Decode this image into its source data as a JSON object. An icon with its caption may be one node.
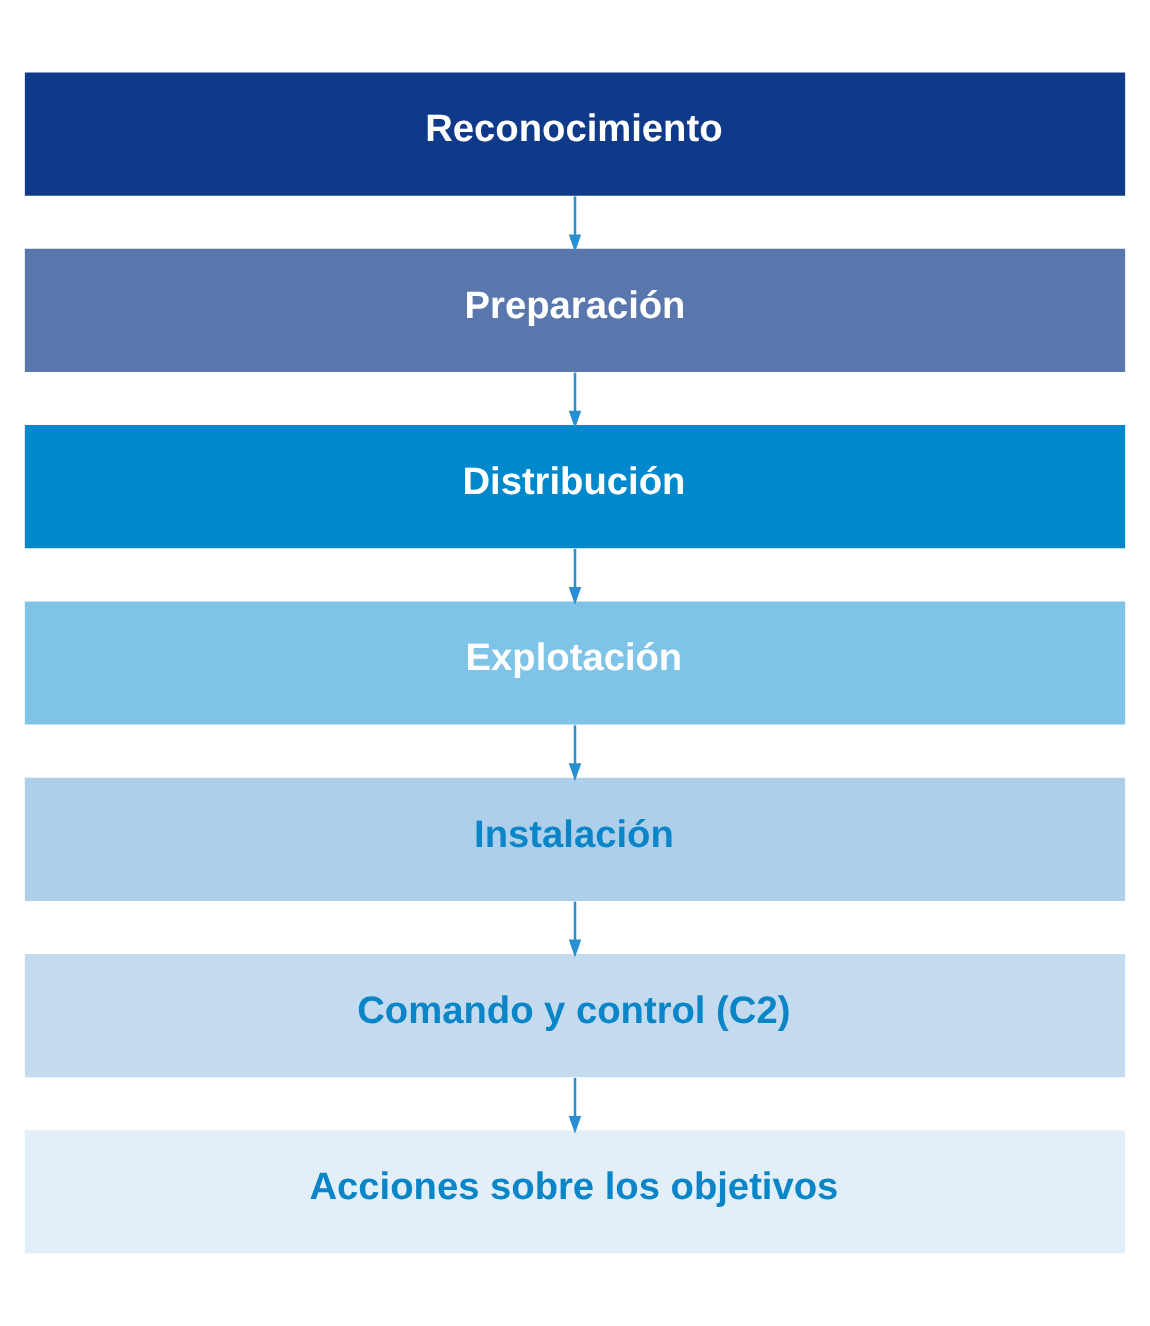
{
  "diagram": {
    "nodes": [
      {
        "text": [
          "Reconocimiento"
        ]
      },
      {
        "text": [
          "Preparación"
        ]
      },
      {
        "text": [
          "Distribución"
        ]
      },
      {
        "text": [
          "Explotación"
        ]
      },
      {
        "text": [
          "Instalación"
        ]
      },
      {
        "text": [
          "Comando y control (C2)"
        ]
      },
      {
        "text": [
          "Acciones sobre los objetivos"
        ]
      }
    ],
    "edges": [
      {
        "from": 0,
        "to": 1,
        "arrow": "to"
      },
      {
        "from": 1,
        "to": 2,
        "arrow": "to"
      },
      {
        "from": 2,
        "to": 3,
        "arrow": "to"
      },
      {
        "from": 3,
        "to": 4,
        "arrow": "to"
      },
      {
        "from": 4,
        "to": 5,
        "arrow": "to"
      },
      {
        "from": 5,
        "to": 6,
        "arrow": "to"
      }
    ]
  }
}
